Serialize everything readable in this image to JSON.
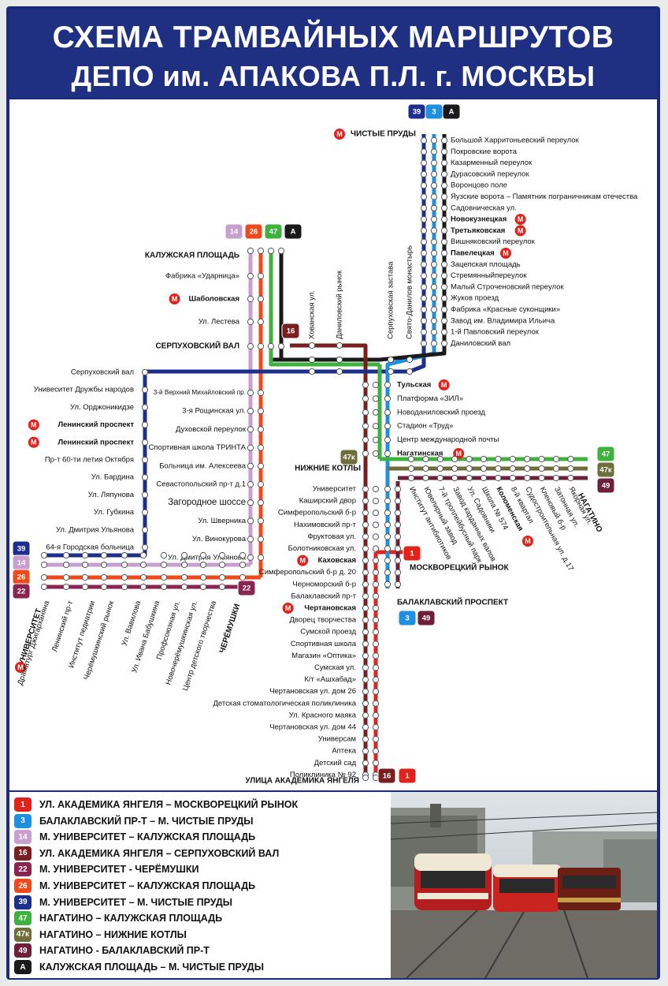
{
  "header": {
    "title_line1": "СХЕМА ТРАМВАЙНЫХ МАРШРУТОВ",
    "title_line2": "ДЕПО им. АПАКОВА П.Л.  г. МОСКВЫ"
  },
  "colors": {
    "r1": "#e3231b",
    "r3": "#1f8fe0",
    "r14": "#c7a0cf",
    "r16": "#7a1f1f",
    "r22": "#8a2450",
    "r26": "#f04a1c",
    "r39": "#1d2f8c",
    "r47": "#3db33d",
    "r47k": "#6e6e3a",
    "r49": "#6e1f3a",
    "rA": "#1a1a1a",
    "metro": "#e3231b"
  },
  "metro_symbol": "М",
  "terminals": {
    "chistye_prudy": {
      "label": "ЧИСТЫЕ ПРУДЫ",
      "badges": [
        "39",
        "3",
        "А"
      ]
    },
    "kaluzhskaya": {
      "label": "КАЛУЖСКАЯ ПЛОЩАДЬ",
      "badges": [
        "14",
        "26",
        "47",
        "А"
      ]
    },
    "serpukhovsky_val": {
      "label": "СЕРПУХОВСКИЙ ВАЛ"
    },
    "nizhnie_kotly": {
      "label": "НИЖНИЕ КОТЛЫ",
      "badges": [
        "47к"
      ]
    },
    "moskvoretsky": {
      "label": "МОСКВОРЕЦКИЙ РЫНОК",
      "badges": [
        "1"
      ]
    },
    "balaklavsky": {
      "label": "БАЛАКЛАВСКИЙ ПРОСПЕКТ",
      "badges": [
        "3",
        "49"
      ]
    },
    "yangelya": {
      "label": "УЛИЦА АКАДЕМИКА ЯНГЕЛЯ",
      "badges": [
        "16",
        "1"
      ]
    },
    "nagatino": {
      "label": "НАГАТИНО",
      "badges": [
        "47",
        "47к",
        "49"
      ]
    },
    "universitet": {
      "label": "УНИВЕРСИТЕТ",
      "badges": [
        "39",
        "14",
        "26",
        "22"
      ]
    },
    "cheryomushki": {
      "label": "ЧЕРЁМУШКИ",
      "badges": [
        "22"
      ]
    },
    "route16_badge": "16"
  },
  "stations_top": [
    {
      "name": "Большой Харритоньевский переулок",
      "bold": false,
      "metro": false
    },
    {
      "name": "Покровские ворота",
      "bold": false,
      "metro": false
    },
    {
      "name": "Казарменный переулок",
      "bold": false,
      "metro": false
    },
    {
      "name": "Дурасовский переулок",
      "bold": false,
      "metro": false
    },
    {
      "name": "Воронцово поле",
      "bold": false,
      "metro": false
    },
    {
      "name": "Яузские ворота – Памятник пограничникам отечества",
      "bold": false,
      "metro": false
    },
    {
      "name": "Садовническая ул.",
      "bold": false,
      "metro": false
    },
    {
      "name": "Новокузнецкая",
      "bold": true,
      "metro": true
    },
    {
      "name": "Третьяковская",
      "bold": true,
      "metro": true
    },
    {
      "name": "Вишняковский переулок",
      "bold": false,
      "metro": false
    },
    {
      "name": "Павелецкая",
      "bold": true,
      "metro": true
    },
    {
      "name": "Зацепская площадь",
      "bold": false,
      "metro": false
    },
    {
      "name": "Стремянныйпереулок",
      "bold": false,
      "metro": false
    },
    {
      "name": "Малый Строченовский переулок",
      "bold": false,
      "metro": false
    },
    {
      "name": "Жуков проезд",
      "bold": false,
      "metro": false
    },
    {
      "name": "Фабрика «Красные суконщики»",
      "bold": false,
      "metro": false
    },
    {
      "name": "Завод им. Владимира Ильича",
      "bold": false,
      "metro": false
    },
    {
      "name": "1-й Павловский переулок",
      "bold": false,
      "metro": false
    },
    {
      "name": "Даниловский вал",
      "bold": false,
      "metro": false
    }
  ],
  "stations_kaluzhskaya": [
    {
      "name": "Фабрика «Ударница»",
      "bold": false,
      "metro": false
    },
    {
      "name": "Шаболовская",
      "bold": true,
      "metro": true
    },
    {
      "name": "Ул. Лестева",
      "bold": false,
      "metro": false
    }
  ],
  "stations_vertical_tops": [
    {
      "name": "Хованская ул."
    },
    {
      "name": "Даниловский рынок"
    },
    {
      "name": "Серпуховская застава"
    },
    {
      "name": "Свято-Данилов монастырь"
    }
  ],
  "stations_left": [
    {
      "name": "Серпуховский вал",
      "bold": false,
      "metro": false
    },
    {
      "name": "Унивеситет Дружбы народов",
      "bold": false,
      "metro": false
    },
    {
      "name": "Ул. Орджоникидзе",
      "bold": false,
      "metro": false
    },
    {
      "name": "Ленинский проспект",
      "bold": true,
      "metro": true
    },
    {
      "name": "Ленинский проспект",
      "bold": true,
      "metro": true
    },
    {
      "name": "Пр-т 60-ти летия Октября",
      "bold": false,
      "metro": false
    },
    {
      "name": "Ул. Бардина",
      "bold": false,
      "metro": false
    },
    {
      "name": "Ул. Ляпунова",
      "bold": false,
      "metro": false
    },
    {
      "name": "Ул. Губкина",
      "bold": false,
      "metro": false
    },
    {
      "name": "Ул. Дмитрия Ульянова",
      "bold": false,
      "metro": false
    },
    {
      "name": "64-я Городская больница",
      "bold": false,
      "metro": false
    }
  ],
  "stations_middle": [
    {
      "name": "3-й Верхний Михайловский пр.",
      "size": "small"
    },
    {
      "name": "3-я Рощинская ул.",
      "size": "normal"
    },
    {
      "name": "Духовской переулок",
      "size": "normal"
    },
    {
      "name": "Спортивная школа ТРИНТА",
      "size": "normal"
    },
    {
      "name": "Больница им. Алексеева",
      "size": "normal"
    },
    {
      "name": "Севастопольский пр-т д.1",
      "size": "normal"
    },
    {
      "name": "Загородное шоссе",
      "size": "large"
    },
    {
      "name": "Ул. Шверника",
      "size": "normal"
    },
    {
      "name": "Ул. Винокурова",
      "size": "normal"
    },
    {
      "name": "Ул. Дмитрия Ульянова",
      "size": "normal"
    }
  ],
  "stations_bottom_left": [
    {
      "name": "Драматург Джигарханяна"
    },
    {
      "name": "Ленинский пр-т"
    },
    {
      "name": "Институт педиатрии"
    },
    {
      "name": "Черёмушкинский рынок"
    },
    {
      "name": "Ул. Вавилова"
    },
    {
      "name": "Ул. Ивана Бабушкина"
    },
    {
      "name": "Профсоюзная ул."
    },
    {
      "name": "Новочерёмушкинская ул."
    },
    {
      "name": "Центр детского творчества"
    }
  ],
  "stations_danilov": [
    {
      "name": "Тульская",
      "bold": true,
      "metro": true
    },
    {
      "name": "Платформа «ЗИЛ»",
      "bold": false,
      "metro": false
    },
    {
      "name": "Новоданиловский проезд",
      "bold": false,
      "metro": false
    },
    {
      "name": "Стадион «Труд»",
      "bold": false,
      "metro": false
    },
    {
      "name": "Центр международной почты",
      "bold": false,
      "metro": false
    },
    {
      "name": "Нагатинская",
      "bold": true,
      "metro": true
    }
  ],
  "stations_south": [
    {
      "name": "Университет",
      "bold": false,
      "metro": false
    },
    {
      "name": "Каширский двор",
      "bold": false,
      "metro": false
    },
    {
      "name": "Симферопольский б-р",
      "bold": false,
      "metro": false
    },
    {
      "name": "Нахимовский пр-т",
      "bold": false,
      "metro": false
    },
    {
      "name": "Фруктовая ул.",
      "bold": false,
      "metro": false
    },
    {
      "name": "Болотниковская ул.",
      "bold": false,
      "metro": false
    },
    {
      "name": "Каховская",
      "bold": true,
      "metro": true
    },
    {
      "name": "Симферопольский б-р д. 20",
      "bold": false,
      "metro": false
    },
    {
      "name": "Черноморский б-р",
      "bold": false,
      "metro": false
    },
    {
      "name": "Балаклавский пр-т",
      "bold": false,
      "metro": false
    },
    {
      "name": "Чертановская",
      "bold": true,
      "metro": true
    },
    {
      "name": "Дворец творчества",
      "bold": false,
      "metro": false
    },
    {
      "name": "Сумской проезд",
      "bold": false,
      "metro": false
    },
    {
      "name": "Спортивная школа",
      "bold": false,
      "metro": false
    },
    {
      "name": "Магазин «Оптика»",
      "bold": false,
      "metro": false
    },
    {
      "name": "Сумская ул.",
      "bold": false,
      "metro": false
    },
    {
      "name": "К/т «Ашхабад»",
      "bold": false,
      "metro": false
    },
    {
      "name": "Чертановская ул. дом 26",
      "bold": false,
      "metro": false
    },
    {
      "name": "Детская стоматологическая поликлиника",
      "bold": false,
      "metro": false
    },
    {
      "name": "Ул. Красного маяка",
      "bold": false,
      "metro": false
    },
    {
      "name": "Чертановская ул. дом 44",
      "bold": false,
      "metro": false
    },
    {
      "name": "Универсам",
      "bold": false,
      "metro": false
    },
    {
      "name": "Аптека",
      "bold": false,
      "metro": false
    },
    {
      "name": "Детский сад",
      "bold": false,
      "metro": false
    },
    {
      "name": "Поликлиника № 92",
      "bold": false,
      "metro": false
    }
  ],
  "stations_nagatino": [
    {
      "name": "Институт антибиотиков",
      "bold": false
    },
    {
      "name": "Ювелирный завод",
      "bold": false
    },
    {
      "name": "7-й троллейбусный парк",
      "bold": false
    },
    {
      "name": "Завод карданных валов",
      "bold": false
    },
    {
      "name": "Ул. Садовники",
      "bold": false
    },
    {
      "name": "Школа № 574",
      "bold": false
    },
    {
      "name": "Коломенская",
      "bold": true
    },
    {
      "name": "8-й квартал",
      "bold": false
    },
    {
      "name": "Судостроительная ул. д.17",
      "bold": false
    },
    {
      "name": "Кленовый б-р",
      "bold": false
    },
    {
      "name": "Затонная ул.",
      "bold": false
    },
    {
      "name": "Якорная ул.",
      "bold": false
    }
  ],
  "legend": [
    {
      "badge": "1",
      "color": "#e3231b",
      "text": "УЛ. АКАДЕМИКА ЯНГЕЛЯ  –  МОСКВОРЕЦКИЙ РЫНОК"
    },
    {
      "badge": "3",
      "color": "#1f8fe0",
      "text": "БАЛАКЛАВСКИЙ ПР-Т – М. ЧИСТЫЕ ПРУДЫ"
    },
    {
      "badge": "14",
      "color": "#c7a0cf",
      "text": "М. УНИВЕРСИТЕТ – КАЛУЖСКАЯ ПЛОЩАДЬ"
    },
    {
      "badge": "16",
      "color": "#7a1f1f",
      "text": "УЛ. АКАДЕМИКА ЯНГЕЛЯ  –  СЕРПУХОВСКИЙ ВАЛ"
    },
    {
      "badge": "22",
      "color": "#8a2450",
      "text": "М. УНИВЕРСИТЕТ - ЧЕРЁМУШКИ"
    },
    {
      "badge": "26",
      "color": "#f04a1c",
      "text": "М. УНИВЕРСИТЕТ – КАЛУЖСКАЯ ПЛОЩАДЬ"
    },
    {
      "badge": "39",
      "color": "#1d2f8c",
      "text": "М. УНИВЕРСИТЕТ – М. ЧИСТЫЕ ПРУДЫ"
    },
    {
      "badge": "47",
      "color": "#3db33d",
      "text": "НАГАТИНО – КАЛУЖСКАЯ ПЛОЩАДЬ"
    },
    {
      "badge": "47к",
      "color": "#6e6e3a",
      "text": "НАГАТИНО – НИЖНИЕ КОТЛЫ"
    },
    {
      "badge": "49",
      "color": "#6e1f3a",
      "text": "НАГАТИНО - БАЛАКЛАВСКИЙ ПР-Т"
    },
    {
      "badge": "А",
      "color": "#1a1a1a",
      "text": "КАЛУЖСКАЯ ПЛОЩАДЬ – М. ЧИСТЫЕ ПРУДЫ"
    }
  ]
}
